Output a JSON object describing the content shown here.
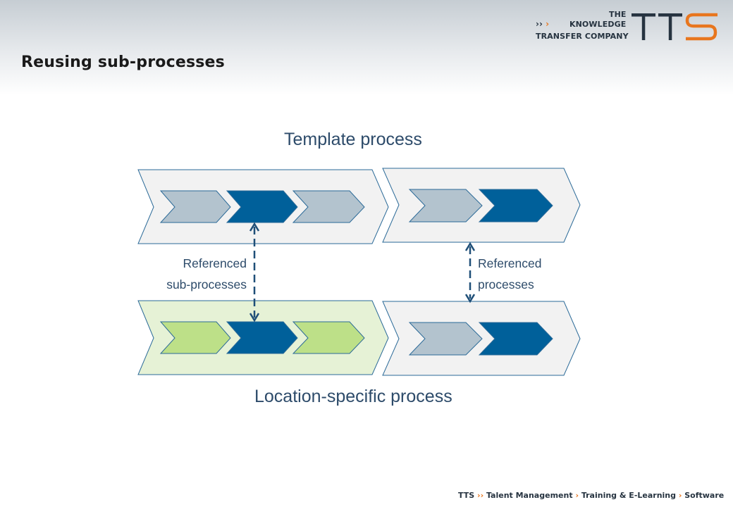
{
  "slide": {
    "title": "Reusing sub-processes"
  },
  "logo": {
    "line1": "THE",
    "line2": "KNOWLEDGE",
    "line3": "TRANSFER COMPANY",
    "wordmark": "TTS",
    "arrow_dark": "››",
    "arrow_orange": "›"
  },
  "diagram": {
    "template_title": "Template process",
    "location_title": "Location-specific process",
    "referenced_subprocesses": [
      "Referenced",
      "sub-processes"
    ],
    "referenced_processes": [
      "Referenced",
      "processes"
    ]
  },
  "footer": {
    "brand": "TTS",
    "brand_sep": "››",
    "item1": "Talent Management",
    "sep": "›",
    "item2": "Training & E-Learning",
    "item3": "Software"
  },
  "colors": {
    "dark_blue": "#00609a",
    "steel": "#b3c3ce",
    "green": "#bde088",
    "green_bg": "#e6f2d6",
    "gray_bg": "#f2f2f2",
    "outline": "#2b6a98",
    "orange": "#e8761e"
  }
}
